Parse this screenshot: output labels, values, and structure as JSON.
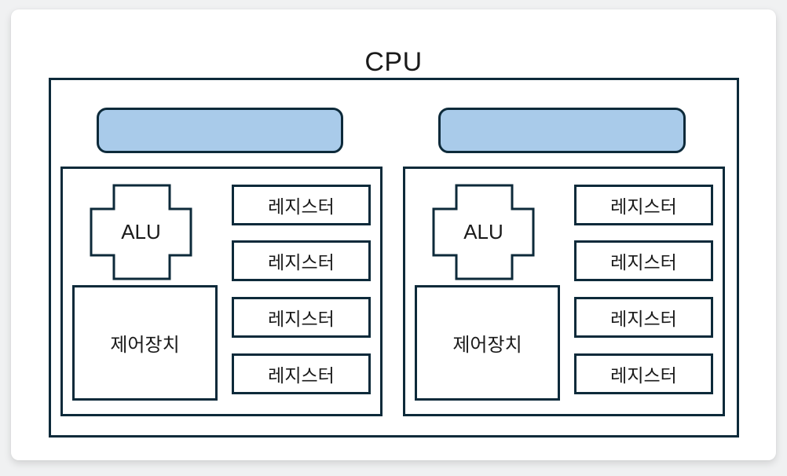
{
  "title": "CPU",
  "colors": {
    "outline": "#0d2a3a",
    "bar_fill": "#a9cbea",
    "card_background": "#ffffff",
    "page_background": "#f0f1f2",
    "text": "#1a1a1a"
  },
  "cores": [
    {
      "alu_label": "ALU",
      "control_unit_label": "제어장치",
      "registers": [
        "레지스터",
        "레지스터",
        "레지스터",
        "레지스터"
      ]
    },
    {
      "alu_label": "ALU",
      "control_unit_label": "제어장치",
      "registers": [
        "레지스터",
        "레지스터",
        "레지스터",
        "레지스터"
      ]
    }
  ]
}
